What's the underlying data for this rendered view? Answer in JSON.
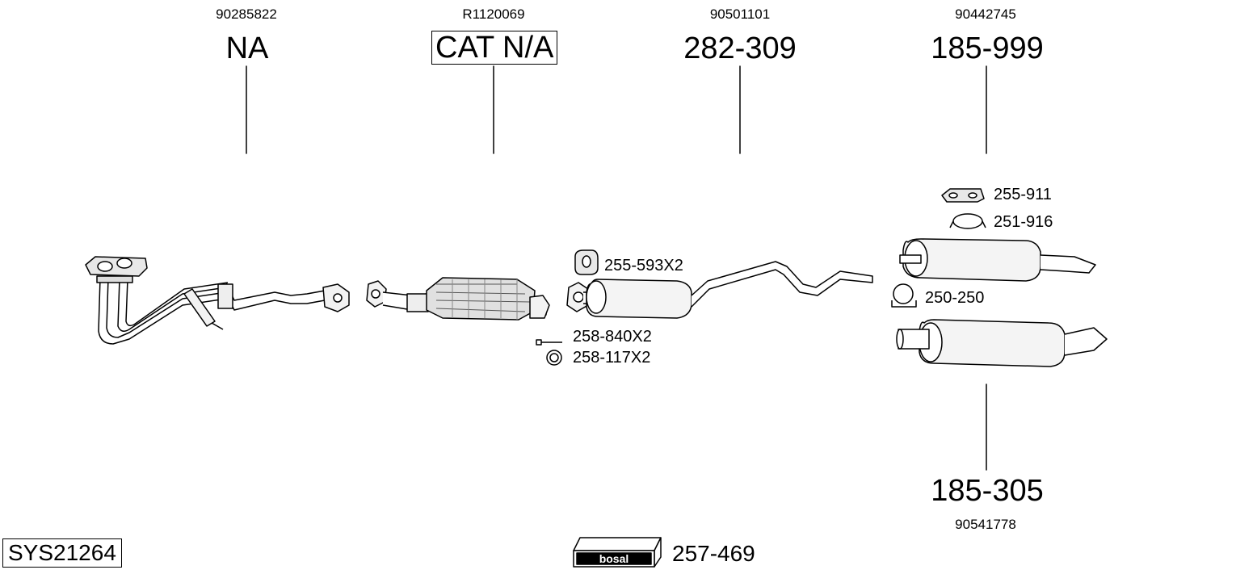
{
  "parts": [
    {
      "oem": "90285822",
      "label": "NA",
      "boxed": false
    },
    {
      "oem": "R1120069",
      "label": "CAT N/A",
      "boxed": true
    },
    {
      "oem": "90501101",
      "label": "282-309",
      "boxed": false
    },
    {
      "oem": "90442745",
      "label": "185-999",
      "boxed": false
    }
  ],
  "accessories": [
    {
      "label": "255-911"
    },
    {
      "label": "251-916"
    },
    {
      "label": "255-593X2"
    },
    {
      "label": "250-250"
    },
    {
      "label": "258-840X2"
    },
    {
      "label": "258-117X2"
    }
  ],
  "bottom_part": {
    "label": "185-305",
    "oem": "90541778"
  },
  "system_code": "SYS21264",
  "kit": {
    "logo_text": "bosal",
    "label": "257-469"
  },
  "colors": {
    "line": "#000000",
    "fill": "#ffffff",
    "shade": "#cfcfcf"
  }
}
